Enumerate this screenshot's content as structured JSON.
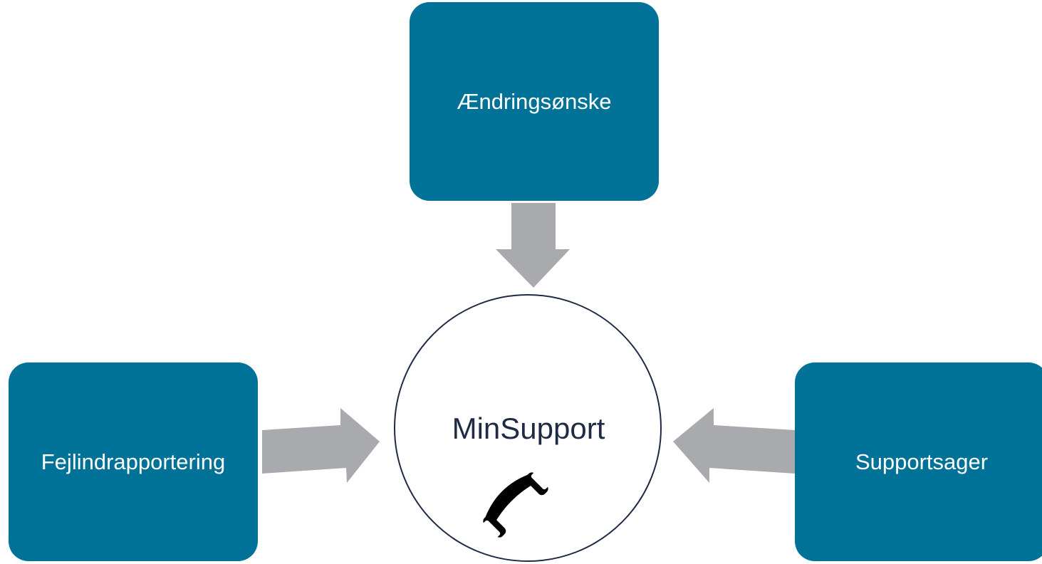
{
  "diagram": {
    "center": {
      "label": "MinSupport",
      "icon": "phone-icon"
    },
    "inputs": {
      "top": {
        "label": "Ændringsønske"
      },
      "left": {
        "label": "Fejlindrapportering"
      },
      "right": {
        "label": "Supportsager"
      }
    },
    "colors": {
      "box_fill": "#007298",
      "box_text": "#ffffff",
      "arrow_fill": "#a8aaad",
      "circle_stroke": "#1f2a44",
      "center_text": "#1f2a44",
      "icon_fill": "#000000"
    }
  }
}
